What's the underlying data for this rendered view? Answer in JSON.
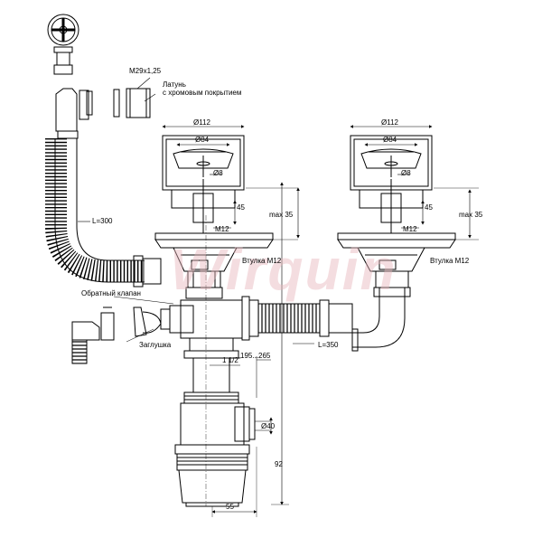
{
  "watermark": "Wirquin",
  "labels": {
    "thread": "M29x1,25",
    "material_line1": "Латунь",
    "material_line2": "с хромовым покрытием",
    "hose_left": "L=300",
    "check_valve": "Обратный клапан",
    "plug": "Заглушка",
    "hose_center": "L=350"
  },
  "strainer_left": {
    "d_outer": "Ø112",
    "d_inner": "Ø84",
    "d_stem": "Ø8",
    "h_45": "45",
    "max": "max 35",
    "bolt": "M12",
    "sleeve": "Втулка M12"
  },
  "strainer_right": {
    "d_outer": "Ø112",
    "d_inner": "Ø84",
    "d_stem": "Ø8",
    "h_45": "45",
    "max": "max 35",
    "bolt": "M12",
    "sleeve": "Втулка M12"
  },
  "dims": {
    "outlet_thread": "1 1/2\"",
    "adjust_range": "195...265",
    "trap_outlet": "Ø40",
    "height": "92",
    "width": "55"
  },
  "colors": {
    "line": "#000000",
    "watermark": "#e8b6bc"
  }
}
